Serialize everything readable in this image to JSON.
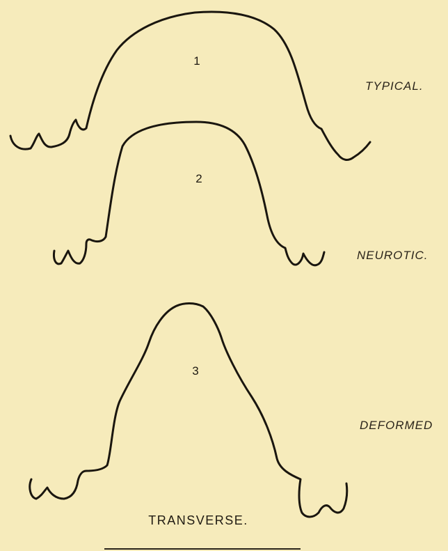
{
  "figures": [
    {
      "number": "1",
      "label": "TYPICAL."
    },
    {
      "number": "2",
      "label": "NEUROTIC."
    },
    {
      "number": "3",
      "label": "DEFORMED"
    }
  ],
  "caption": "TRANSVERSE.",
  "colors": {
    "paper": "#f6ebbb",
    "ink": "#1a160f"
  }
}
